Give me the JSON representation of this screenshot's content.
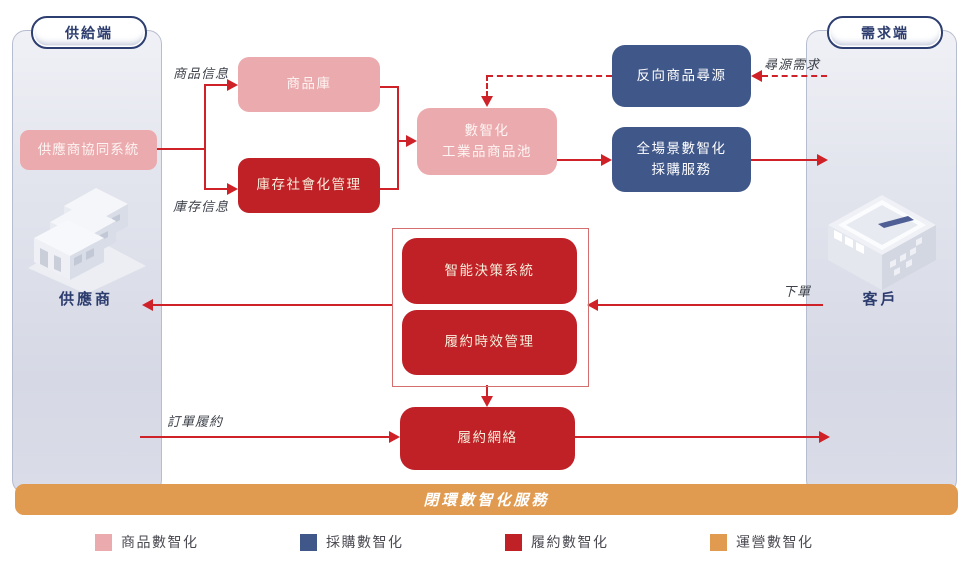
{
  "panels": {
    "supply": {
      "badge": "供給端",
      "system_box": "供應商協同系統",
      "entity_label": "供應商"
    },
    "demand": {
      "badge": "需求端",
      "entity_label": "客戶"
    }
  },
  "boxes": {
    "product_library": "商品庫",
    "inventory_socialized_mgmt": "庫存社會化管理",
    "digital_industrial_pool": "數智化\n工業品商品池",
    "reverse_product_sourcing": "反向商品尋源",
    "full_scenario_procurement": "全場景數智化\n採購服務",
    "intelligent_decision_system": "智能決策系統",
    "fulfillment_timeliness_mgmt": "履約時效管理",
    "fulfillment_network": "履約網絡"
  },
  "arrow_labels": {
    "product_info": "商品信息",
    "inventory_info": "庫存信息",
    "sourcing_demand": "尋源需求",
    "place_order": "下單",
    "order_fulfillment": "訂單履約"
  },
  "bottom_bar": {
    "label": "閉環數智化服務",
    "color": "#e19b51"
  },
  "legend": [
    {
      "label": "商品數智化",
      "color": "#ebabae"
    },
    {
      "label": "採購數智化",
      "color": "#3f5789"
    },
    {
      "label": "履約數智化",
      "color": "#bf2127"
    },
    {
      "label": "運營數智化",
      "color": "#e19b51"
    }
  ],
  "colors": {
    "arrow": "#cf2128",
    "pink": "#ebabae",
    "red": "#bf2127",
    "blue": "#3f5789",
    "orange": "#e19b51",
    "navy_text": "#2c3c6e",
    "panel_border": "#b7bdd0"
  }
}
